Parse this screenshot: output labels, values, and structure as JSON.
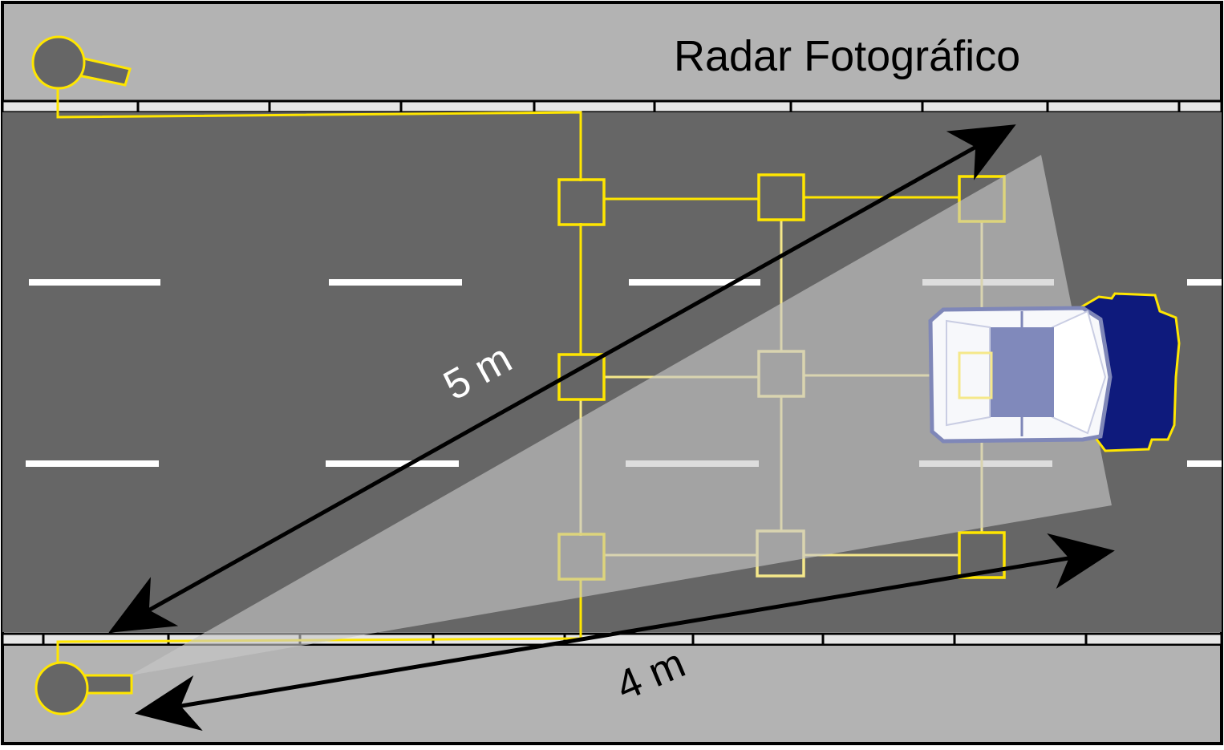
{
  "title": "Radar Fotográfico",
  "labels": {
    "diagonal_distance": "5 m",
    "horizontal_distance": "4 m"
  },
  "colors": {
    "sidewalk": "#b3b3b3",
    "road": "#666666",
    "wire": "#ffe600",
    "wire_light": "#f5e88a",
    "beam": "#c8c8c8",
    "car_body": "#f7f8fb",
    "car_outline": "#7f87b8",
    "car_roof": "#8089bb",
    "car_rear": "#0e1a7c",
    "arrow": "#000000",
    "lane_mark": "#ffffff"
  },
  "icons": {
    "camera_top": "radar-camera-icon",
    "camera_bottom": "radar-camera-icon",
    "car": "car-icon",
    "sensor_loop": "induction-loop-icon"
  }
}
